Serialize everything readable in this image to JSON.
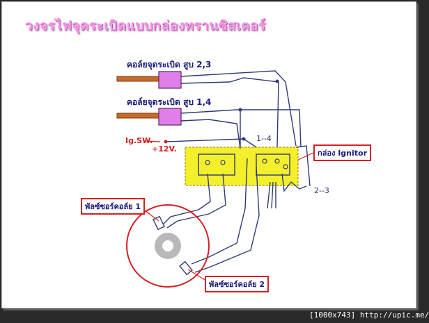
{
  "title": "วงจรไฟจุดระเบิดแบบกล่องทรานซิสเตอร์",
  "labels": {
    "coil_23": "คอล์ยจุดระเบิด สูบ 2,3",
    "coil_14": "คอล์ยจุดระเบิด สูบ 1,4",
    "ig_sw": "Ig.SW.",
    "plus12": "+12V.",
    "ignitor": "กล่อง Ignitor",
    "pulser1": "พัลซ์ซอร์คอล์ย 1",
    "pulser2": "พัลซ์ซอร์คอล์ย 2",
    "hand_14": "1--4",
    "hand_23": "2--3"
  },
  "footer": "[1000x743] http://upic.me/",
  "colors": {
    "title": "#f19be6",
    "label_text": "#1a1a7a",
    "red": "#d61f1f",
    "coil": "#e27ee9",
    "wire_lead": "#c86a2c",
    "ignitor_fill": "#f4ef2b",
    "wire": "#2e3a78",
    "rotor": "#b8b8b8"
  }
}
